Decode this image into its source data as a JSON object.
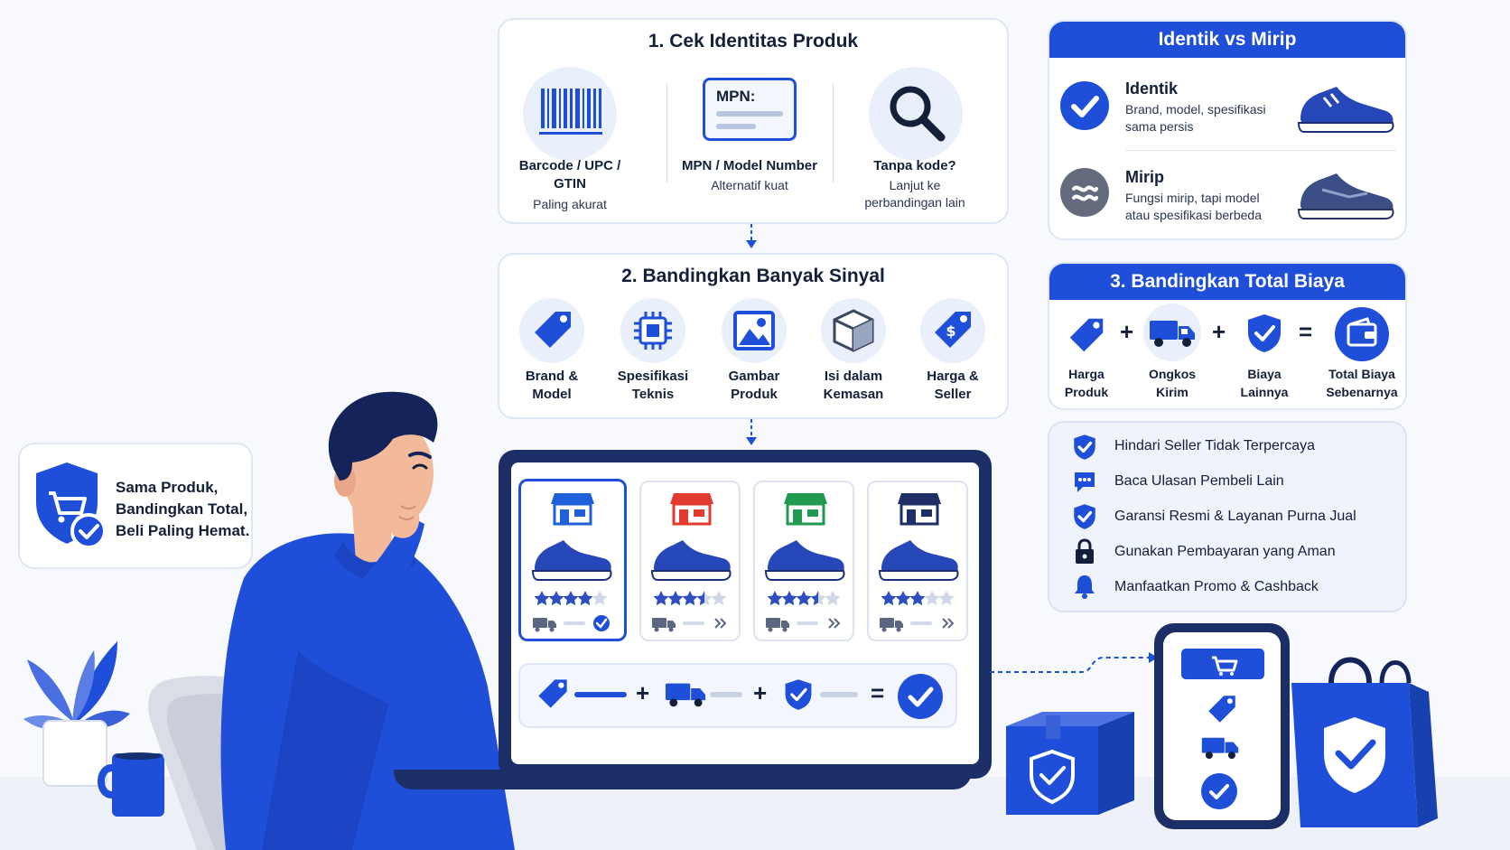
{
  "step1": {
    "title": "1. Cek Identitas Produk",
    "items": [
      {
        "label": "Barcode / UPC / GTIN",
        "sub": "Paling akurat",
        "icon": "barcode-icon"
      },
      {
        "label": "MPN / Model Number",
        "sub": "Alternatif kuat",
        "icon": "mpn-card-icon",
        "card_text": "MPN:"
      },
      {
        "label": "Tanpa kode?",
        "sub": "Lanjut ke perbandingan lain",
        "icon": "magnifier-icon"
      }
    ]
  },
  "step2": {
    "title": "2. Bandingkan Banyak Sinyal",
    "items": [
      {
        "label": "Brand & Model",
        "icon": "tag-icon"
      },
      {
        "label": "Spesifikasi Teknis",
        "icon": "chip-icon"
      },
      {
        "label": "Gambar Produk",
        "icon": "image-icon"
      },
      {
        "label": "Isi dalam Kemasan",
        "icon": "box-icon"
      },
      {
        "label": "Harga & Seller",
        "icon": "price-tag-icon"
      }
    ]
  },
  "compare": {
    "title": "Identik vs Mirip",
    "identik": {
      "title": "Identik",
      "desc": "Brand, model, spesifikasi sama persis"
    },
    "mirip": {
      "title": "Mirip",
      "desc": "Fungsi mirip, tapi model atau spesifikasi berbeda"
    }
  },
  "step3": {
    "title": "3. Bandingkan Total Biaya",
    "items": [
      {
        "label": "Harga Produk",
        "icon": "price-tag-icon"
      },
      {
        "label": "Ongkos Kirim",
        "icon": "truck-icon"
      },
      {
        "label": "Biaya Lainnya",
        "icon": "shield-check-icon"
      },
      {
        "label": "Total Biaya Sebenarnya",
        "icon": "wallet-icon"
      }
    ],
    "ops": [
      "+",
      "+",
      "="
    ]
  },
  "tips": [
    {
      "text": "Hindari Seller Tidak Terpercaya",
      "icon": "shield-check-icon"
    },
    {
      "text": "Baca Ulasan Pembeli Lain",
      "icon": "chat-icon"
    },
    {
      "text": "Garansi Resmi & Layanan Purna Jual",
      "icon": "shield-check-icon"
    },
    {
      "text": "Gunakan Pembayaran yang Aman",
      "icon": "lock-icon"
    },
    {
      "text": "Manfaatkan Promo & Cashback",
      "icon": "bell-icon"
    }
  ],
  "badge": {
    "lines": [
      "Sama Produk,",
      "Bandingkan Total,",
      "Beli Paling Hemat."
    ]
  },
  "stores": [
    {
      "color": "#1f5fd8",
      "stars": 4
    },
    {
      "color": "#e23a2e",
      "stars": 3.5
    },
    {
      "color": "#1f9a4f",
      "stars": 3.5
    },
    {
      "color": "#1e2f66",
      "stars": 3
    }
  ],
  "laptop_ops": [
    "+",
    "+",
    "="
  ],
  "colors": {
    "primary": "#1f4fd8",
    "navy": "#14203a",
    "light": "#eaf0fb"
  }
}
